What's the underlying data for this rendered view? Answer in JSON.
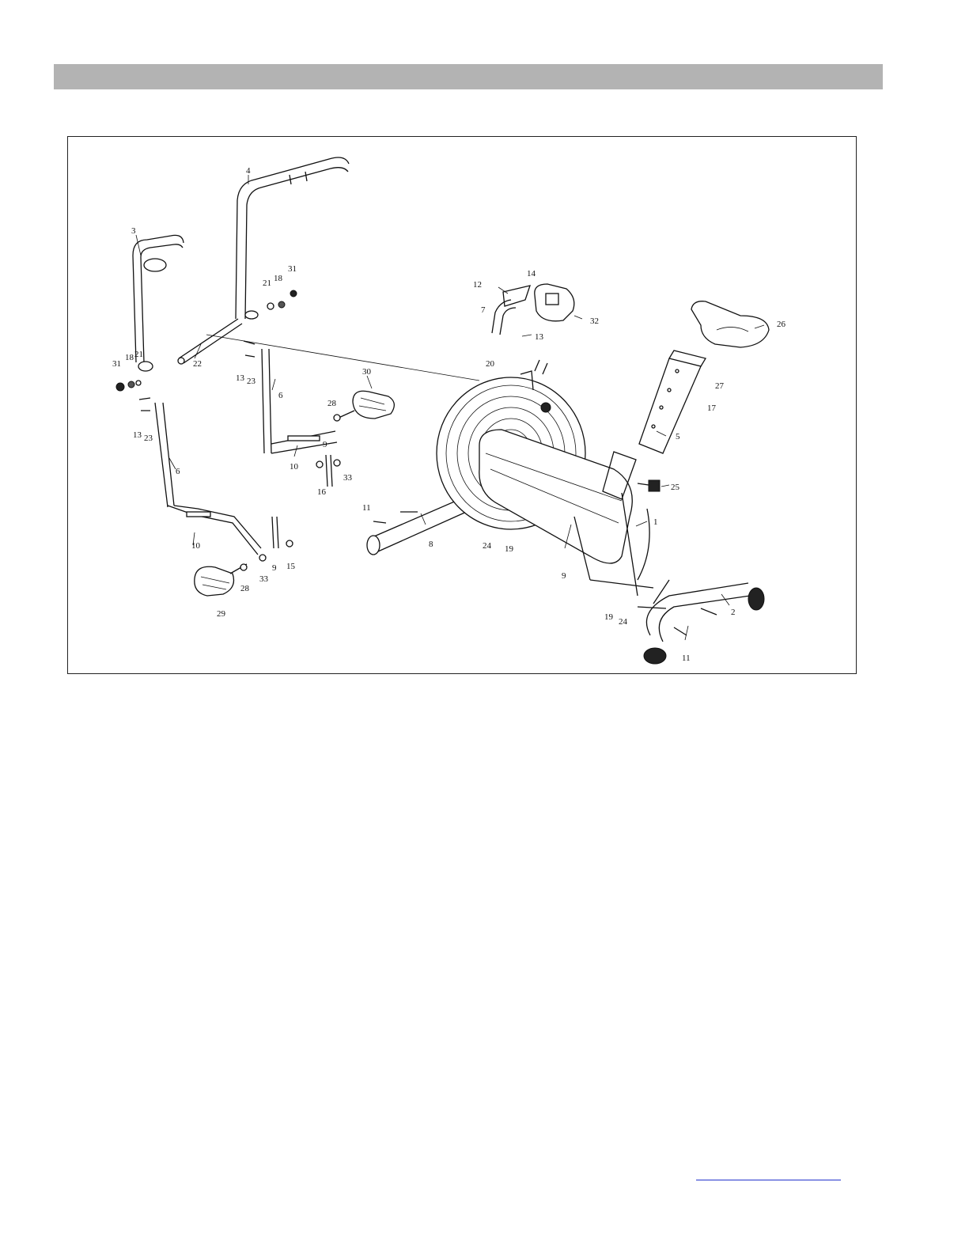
{
  "diagram": {
    "labels": [
      {
        "id": "l3",
        "text": "3"
      },
      {
        "id": "l4",
        "text": "4"
      },
      {
        "id": "l21a",
        "text": "21"
      },
      {
        "id": "l18a",
        "text": "18"
      },
      {
        "id": "l31a",
        "text": "31"
      },
      {
        "id": "l22",
        "text": "22"
      },
      {
        "id": "l13a",
        "text": "13"
      },
      {
        "id": "l23a",
        "text": "23"
      },
      {
        "id": "l6a",
        "text": "6"
      },
      {
        "id": "l31b",
        "text": "31"
      },
      {
        "id": "l18b",
        "text": "18"
      },
      {
        "id": "l21b",
        "text": "21"
      },
      {
        "id": "l13b",
        "text": "13"
      },
      {
        "id": "l23b",
        "text": "23"
      },
      {
        "id": "l6b",
        "text": "6"
      },
      {
        "id": "l30",
        "text": "30"
      },
      {
        "id": "l28a",
        "text": "28"
      },
      {
        "id": "l10a",
        "text": "10"
      },
      {
        "id": "l9a",
        "text": "9"
      },
      {
        "id": "l16",
        "text": "16"
      },
      {
        "id": "l33a",
        "text": "33"
      },
      {
        "id": "l10b",
        "text": "10"
      },
      {
        "id": "l9b",
        "text": "9"
      },
      {
        "id": "l15",
        "text": "15"
      },
      {
        "id": "l33b",
        "text": "33"
      },
      {
        "id": "l28b",
        "text": "28"
      },
      {
        "id": "l29",
        "text": "29"
      },
      {
        "id": "l11a",
        "text": "11"
      },
      {
        "id": "l8",
        "text": "8"
      },
      {
        "id": "l24a",
        "text": "24"
      },
      {
        "id": "l19a",
        "text": "19"
      },
      {
        "id": "l12",
        "text": "12"
      },
      {
        "id": "l14",
        "text": "14"
      },
      {
        "id": "l7",
        "text": "7"
      },
      {
        "id": "l13c",
        "text": "13"
      },
      {
        "id": "l32",
        "text": "32"
      },
      {
        "id": "l20",
        "text": "20"
      },
      {
        "id": "l26",
        "text": "26"
      },
      {
        "id": "l27",
        "text": "27"
      },
      {
        "id": "l17",
        "text": "17"
      },
      {
        "id": "l5",
        "text": "5"
      },
      {
        "id": "l25",
        "text": "25"
      },
      {
        "id": "l1",
        "text": "1"
      },
      {
        "id": "l9c",
        "text": "9"
      },
      {
        "id": "l19b",
        "text": "19"
      },
      {
        "id": "l24b",
        "text": "24"
      },
      {
        "id": "l2",
        "text": "2"
      },
      {
        "id": "l11b",
        "text": "11"
      }
    ]
  },
  "colors": {
    "header_bar": "#b3b3b3",
    "line": "#111111",
    "link_underline": "#2233cc"
  }
}
